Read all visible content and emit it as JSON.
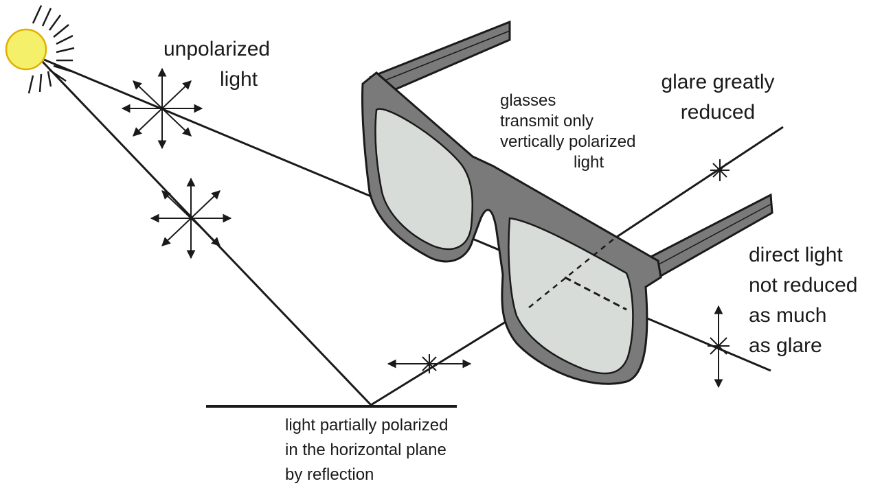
{
  "labels": {
    "unpolarized": [
      "unpolarized",
      "light"
    ],
    "glare_reduced": [
      "glare greatly",
      "reduced"
    ],
    "glasses_transmit": [
      "glasses",
      "transmit only",
      "vertically polarized",
      "light"
    ],
    "direct_light": [
      "direct light",
      "not reduced",
      "as much",
      "as glare"
    ],
    "reflection": [
      "light partially polarized",
      "in the horizontal plane",
      "by reflection"
    ]
  },
  "colors": {
    "sun_fill": "#f4f06a",
    "sun_outline": "#e0b000",
    "lens_fill": "#d8dcd8",
    "frame_fill": "#7a7a7a",
    "ink": "#1a1a1a"
  },
  "icons": {
    "sun": "sun-icon",
    "glasses": "sunglasses-icon"
  }
}
